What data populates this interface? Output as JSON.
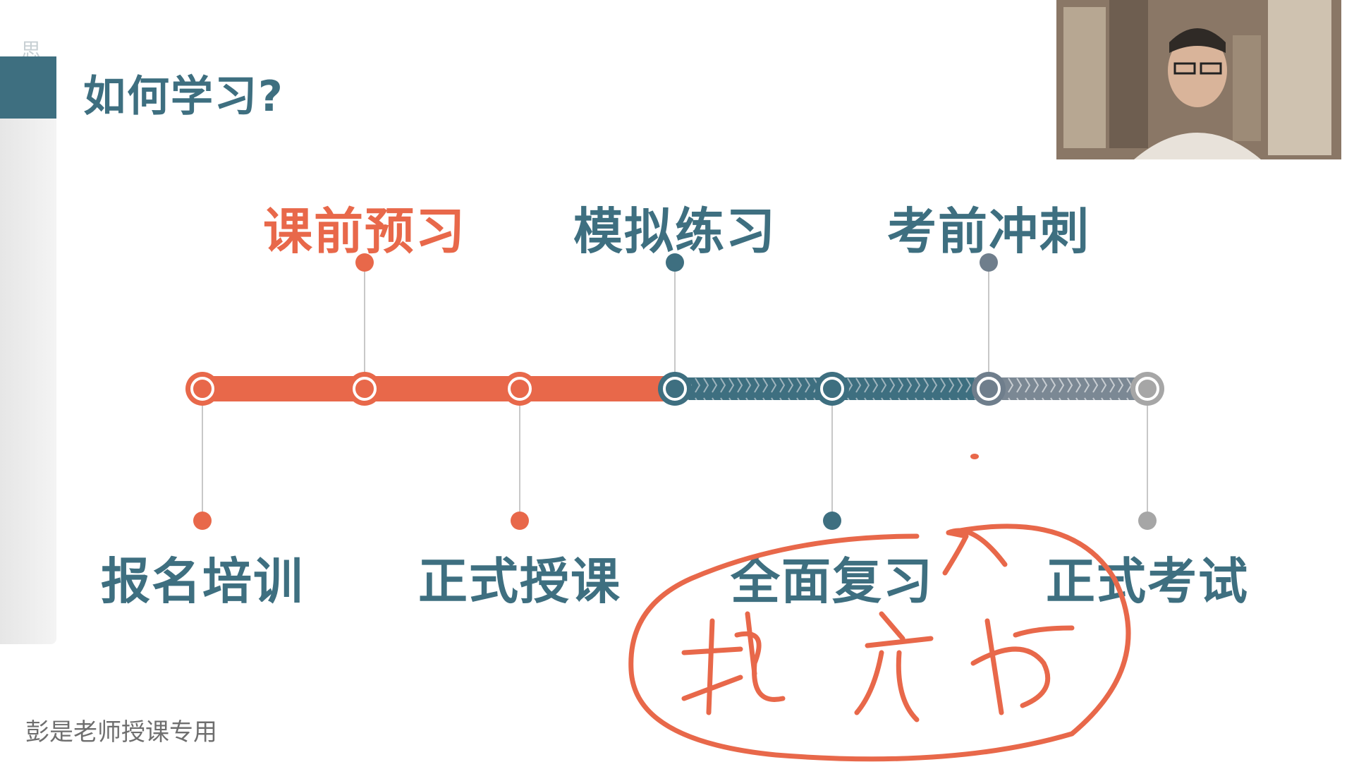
{
  "slide": {
    "faded_header": "思",
    "title": "如何学习?",
    "footer": "彭是老师授课专用"
  },
  "timeline": {
    "top_steps": [
      {
        "label": "课前预习",
        "color": "#e8684a"
      },
      {
        "label": "模拟练习",
        "color": "#3e6f80"
      },
      {
        "label": "考前冲刺",
        "color": "#6f7e8c"
      }
    ],
    "bottom_steps": [
      {
        "label": "报名培训",
        "color": "#e8684a"
      },
      {
        "label": "正式授课",
        "color": "#e8684a"
      },
      {
        "label": "全面复习",
        "color": "#3e6f80"
      },
      {
        "label": "正式考试",
        "color": "#a6a6a6"
      }
    ],
    "colors": {
      "orange": "#e8684a",
      "blue": "#3e6f80",
      "slate": "#6f7e8c",
      "gray": "#a6a6a6",
      "title_color": "#3e6f80"
    }
  },
  "annotation": {
    "handwriting_color": "#e8684a"
  }
}
